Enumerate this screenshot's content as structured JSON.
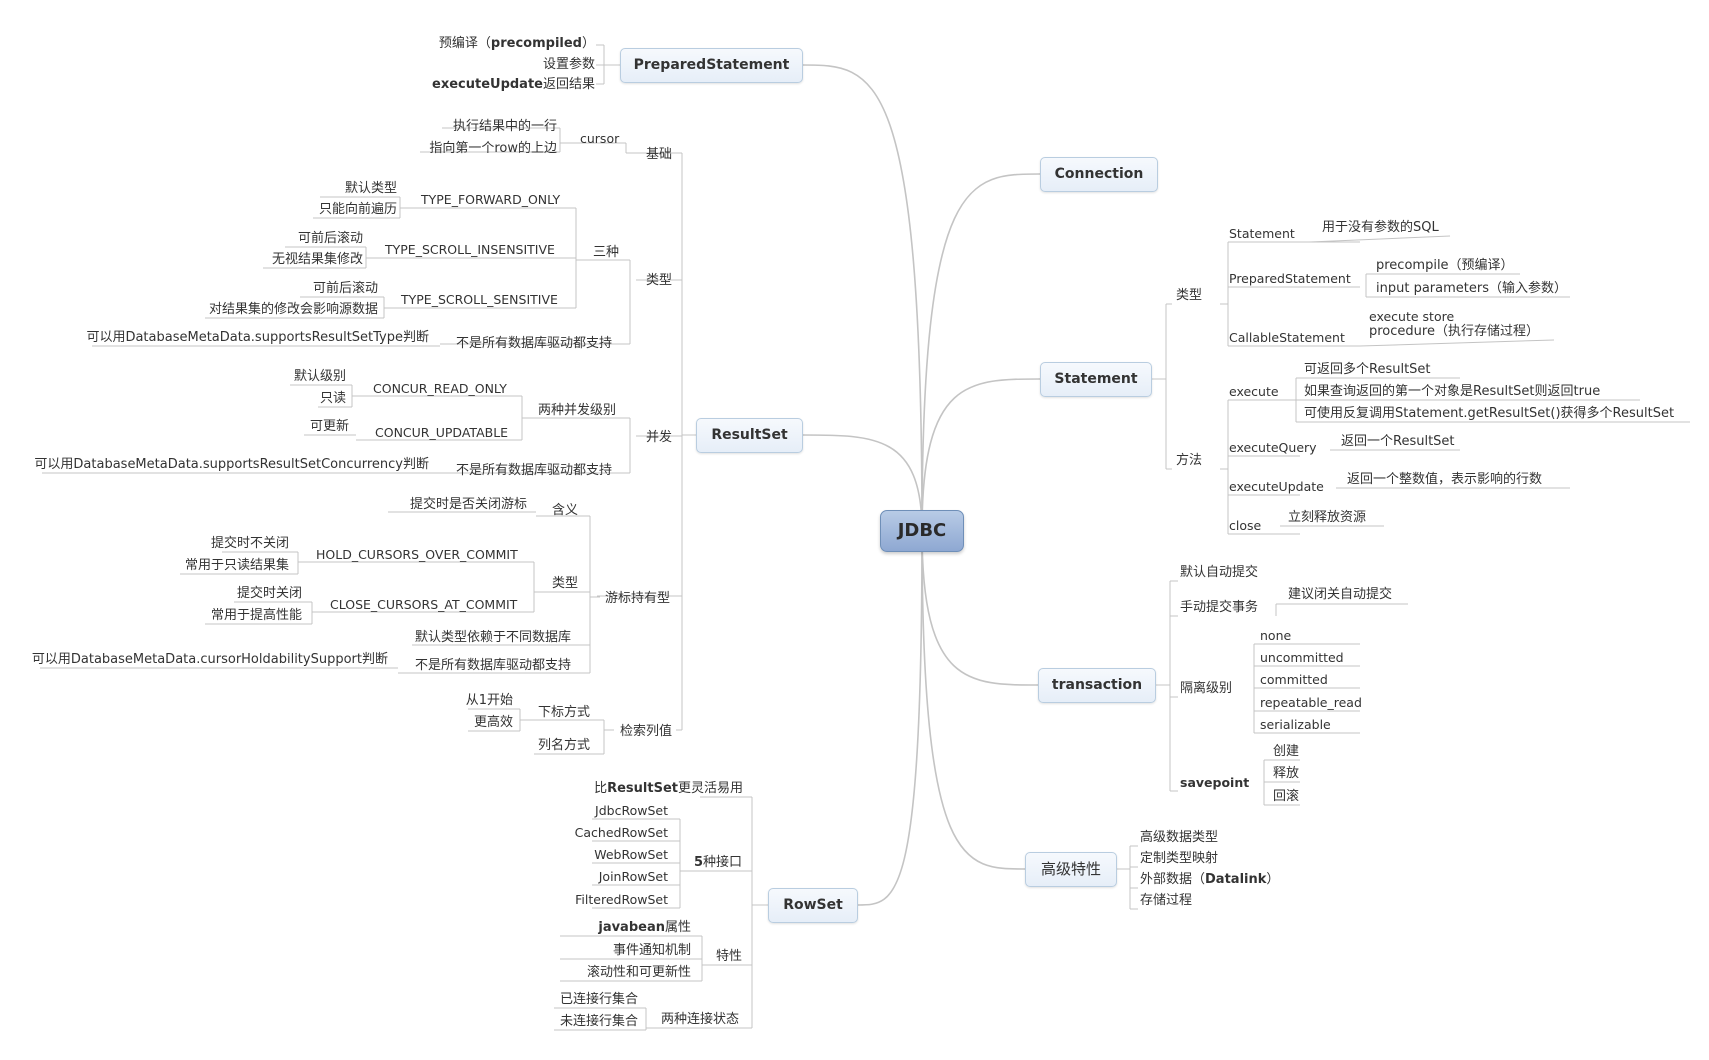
{
  "root": {
    "label": "JDBC"
  },
  "branches": {
    "prepared_statement": {
      "label": "PreparedStatement",
      "items": {
        "precompiled_prefix": "预编译（",
        "precompiled_bold": "precompiled",
        "precompiled_suffix": "）",
        "set_params": "设置参数",
        "execute_update_bold": "executeUpdate",
        "execute_update_suffix": "返回结果"
      }
    },
    "resultset": {
      "label": "ResultSet",
      "basic": {
        "label": "基础",
        "cursor": {
          "label": "cursor",
          "items": [
            "执行结果中的一行",
            "指向第一个row的上边"
          ]
        }
      },
      "types": {
        "label": "类型",
        "three": {
          "label": "三种",
          "forward_only": {
            "label": "TYPE_FORWARD_ONLY",
            "items": [
              "默认类型",
              "只能向前遍历"
            ]
          },
          "scroll_insensitive": {
            "label": "TYPE_SCROLL_INSENSITIVE",
            "items": [
              "可前后滚动",
              "无视结果集修改"
            ]
          },
          "scroll_sensitive": {
            "label": "TYPE_SCROLL_SENSITIVE",
            "items": [
              "可前后滚动",
              "对结果集的修改会影响源数据"
            ]
          }
        },
        "not_all": {
          "label": "不是所有数据库驱动都支持",
          "item": "可以用DatabaseMetaData.supportsResultSetType判断"
        }
      },
      "concurrency": {
        "label": "并发",
        "two_levels": {
          "label": "两种并发级别",
          "read_only": {
            "label": "CONCUR_READ_ONLY",
            "items": [
              "默认级别",
              "只读"
            ]
          },
          "updatable": {
            "label": "CONCUR_UPDATABLE",
            "items": [
              "可更新"
            ]
          }
        },
        "not_all": {
          "label": "不是所有数据库驱动都支持",
          "item": "可以用DatabaseMetaData.supportsResultSetConcurrency判断"
        }
      },
      "holdability": {
        "label": "游标持有型",
        "meaning": {
          "label": "含义",
          "item": "提交时是否关闭游标"
        },
        "types": {
          "label": "类型",
          "hold": {
            "label": "HOLD_CURSORS_OVER_COMMIT",
            "items": [
              "提交时不关闭",
              "常用于只读结果集"
            ]
          },
          "close": {
            "label": "CLOSE_CURSORS_AT_COMMIT",
            "items": [
              "提交时关闭",
              "常用于提高性能"
            ]
          }
        },
        "default_note": "默认类型依赖于不同数据库",
        "not_all": {
          "label": "不是所有数据库驱动都支持",
          "item": "可以用DatabaseMetaData.cursorHoldabilitySupport判断"
        }
      },
      "retrieve": {
        "label": "检索列值",
        "index": {
          "label": "下标方式",
          "items": [
            "从1开始",
            "更高效"
          ]
        },
        "name": {
          "label": "列名方式"
        }
      }
    },
    "rowset": {
      "label": "RowSet",
      "more_flexible": {
        "prefix": "比",
        "bold": "ResultSet",
        "suffix": "更灵活易用"
      },
      "interfaces": {
        "label_bold": "5",
        "label_rest": "种接口",
        "items": [
          "JdbcRowSet",
          "CachedRowSet",
          "WebRowSet",
          "JoinRowSet",
          "FilteredRowSet"
        ]
      },
      "features": {
        "label": "特性",
        "javabean_bold": "javabean",
        "javabean_suffix": "属性",
        "items": [
          "事件通知机制",
          "滚动性和可更新性"
        ]
      },
      "conn_states": {
        "label": "两种连接状态",
        "items": [
          "已连接行集合",
          "未连接行集合"
        ]
      }
    },
    "connection": {
      "label": "Connection"
    },
    "statement": {
      "label": "Statement",
      "types": {
        "label": "类型",
        "statement": {
          "label": "Statement",
          "item": "用于没有参数的SQL"
        },
        "prepared": {
          "label": "PreparedStatement",
          "items": [
            "precompile（预编译）",
            "input parameters（输入参数）"
          ]
        },
        "callable": {
          "label": "CallableStatement",
          "item_line1": "execute store",
          "item_line2": "procedure（执行存储过程）"
        }
      },
      "methods": {
        "label": "方法",
        "execute": {
          "label": "execute",
          "items": [
            "可返回多个ResultSet",
            "如果查询返回的第一个对象是ResultSet则返回true",
            "可使用反复调用Statement.getResultSet()获得多个ResultSet"
          ]
        },
        "execute_query": {
          "label": "executeQuery",
          "item": "返回一个ResultSet"
        },
        "execute_update": {
          "label": "executeUpdate",
          "item": "返回一个整数值，表示影响的行数"
        },
        "close": {
          "label": "close",
          "item": "立刻释放资源"
        }
      }
    },
    "transaction": {
      "label": "transaction",
      "auto_commit": "默认自动提交",
      "manual": {
        "label": "手动提交事务",
        "item": "建议闭关自动提交"
      },
      "isolation": {
        "label": "隔离级别",
        "items": [
          "none",
          "uncommitted",
          "committed",
          "repeatable_read",
          "serializable"
        ]
      },
      "savepoint": {
        "label": "savepoint",
        "items": [
          "创建",
          "释放",
          "回滚"
        ]
      }
    },
    "advanced": {
      "label": "高级特性",
      "items": [
        "高级数据类型",
        "定制类型映射",
        "存储过程"
      ],
      "datalink_prefix": "外部数据（",
      "datalink_bold": "Datalink",
      "datalink_suffix": "）"
    }
  },
  "colors": {
    "line": "#c4c4c4",
    "root_fill": "#9db4da",
    "topic_border": "#b9cde0"
  }
}
